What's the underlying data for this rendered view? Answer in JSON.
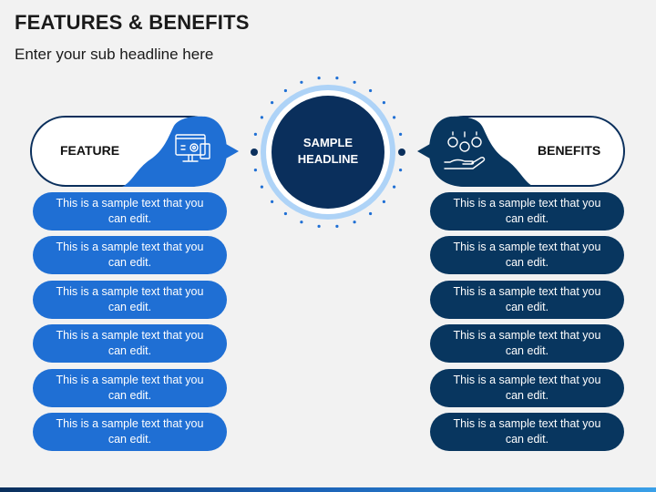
{
  "slide": {
    "title": "FEATURES & BENEFITS",
    "subtitle": "Enter your sub headline here"
  },
  "center": {
    "headline": "SAMPLE HEADLINE"
  },
  "feature": {
    "label": "FEATURE",
    "icon": "computer-settings-icon",
    "items": [
      "This is a sample text that you can edit.",
      "This is a sample text that you can edit.",
      "This is a sample text that you can edit.",
      "This is a sample text that you can edit.",
      "This is a sample text that you can edit.",
      "This is a sample text that you can edit."
    ]
  },
  "benefits": {
    "label": "BENEFITS",
    "icon": "hand-money-icon",
    "items": [
      "This is a sample text that you can edit.",
      "This is a sample text that you can edit.",
      "This is a sample text that you can edit.",
      "This is a sample text that you can edit.",
      "This is a sample text that you can edit.",
      "This is a sample text that you can edit."
    ]
  },
  "colors": {
    "feature_blue": "#1f6fd4",
    "benefits_navy": "#08365f",
    "ring_light": "#aed3f7",
    "background": "#f2f2f2"
  }
}
